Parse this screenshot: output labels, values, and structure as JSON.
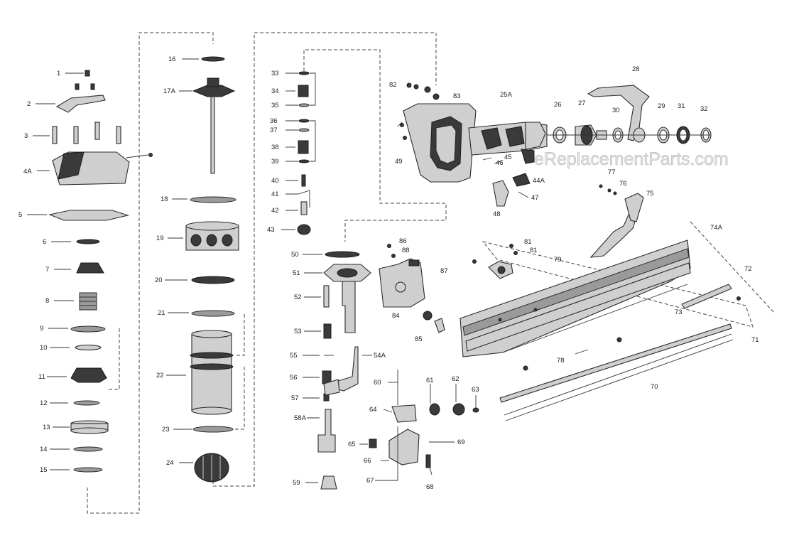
{
  "watermark": "eReplacementParts.com",
  "labels": [
    "1",
    "2",
    "3",
    "4A",
    "5",
    "6",
    "7",
    "8",
    "9",
    "10",
    "11",
    "12",
    "13",
    "14",
    "15",
    "16",
    "17A",
    "18",
    "19",
    "20",
    "21",
    "22",
    "23",
    "24",
    "33",
    "34",
    "35",
    "36",
    "37",
    "38",
    "39",
    "40",
    "41",
    "42",
    "43",
    "50",
    "51",
    "52",
    "53",
    "55",
    "56",
    "57",
    "58A",
    "59",
    "54A",
    "60",
    "61",
    "62",
    "63",
    "64",
    "65",
    "66",
    "67",
    "68",
    "69",
    "82",
    "83",
    "49",
    "25A",
    "45",
    "46",
    "44A",
    "47",
    "48",
    "26",
    "27",
    "30",
    "29",
    "31",
    "32",
    "28",
    "77",
    "76",
    "75",
    "74A",
    "72",
    "73",
    "71",
    "70",
    "78",
    "86",
    "88",
    "87",
    "84",
    "85",
    "81",
    "79"
  ]
}
